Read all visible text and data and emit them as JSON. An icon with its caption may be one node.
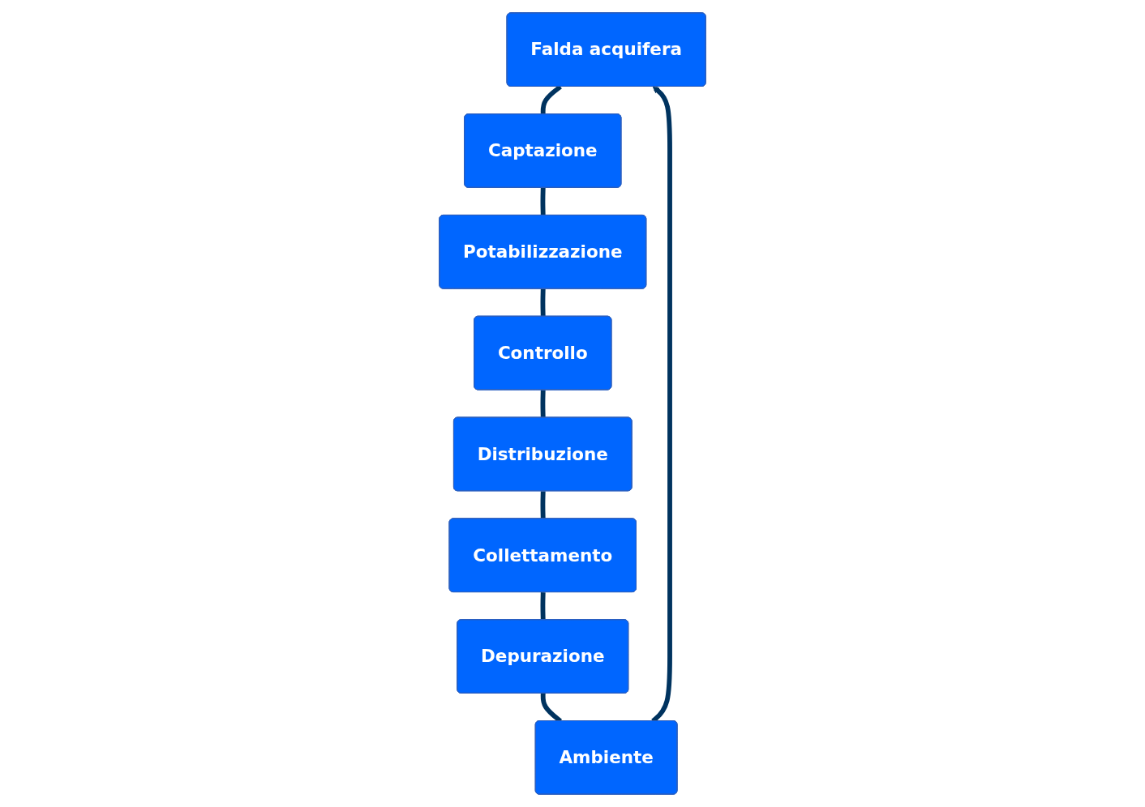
{
  "diagram": {
    "nodes": [
      {
        "text": [
          "Falda acquifera"
        ]
      },
      {
        "text": [
          "Ambiente"
        ]
      },
      {
        "text": [
          "Captazione"
        ]
      },
      {
        "text": [
          "Depurazione"
        ]
      },
      {
        "text": [
          "Potabilizzazione"
        ]
      },
      {
        "text": [
          "Collettamento"
        ]
      },
      {
        "text": [
          "Controllo"
        ]
      },
      {
        "text": [
          "Distribuzione"
        ]
      }
    ],
    "edges": [
      {
        "from": 0,
        "to": 2,
        "arrow": "none"
      },
      {
        "from": 2,
        "to": 4,
        "arrow": "none"
      },
      {
        "from": 4,
        "to": 6,
        "arrow": "none"
      },
      {
        "from": 6,
        "to": 7,
        "arrow": "none"
      },
      {
        "from": 7,
        "to": 5,
        "arrow": "none"
      },
      {
        "from": 5,
        "to": 3,
        "arrow": "none"
      },
      {
        "from": 3,
        "to": 1,
        "arrow": "none"
      },
      {
        "from": 1,
        "to": 0,
        "arrow": "to"
      }
    ]
  }
}
